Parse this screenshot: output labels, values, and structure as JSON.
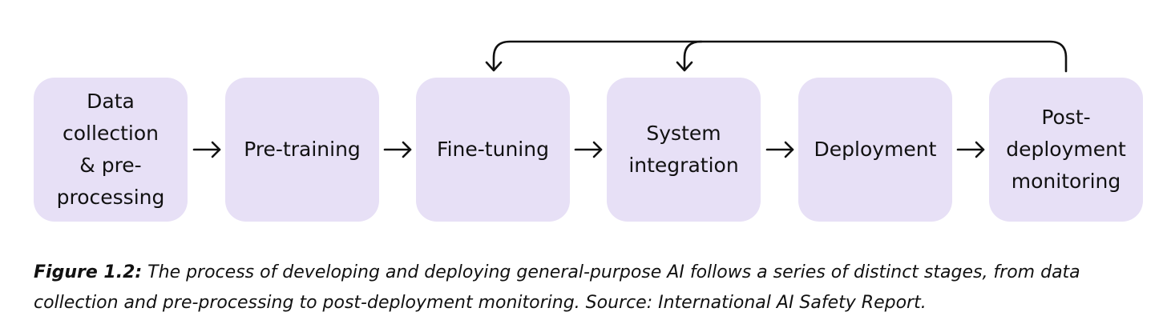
{
  "stages": [
    {
      "label": "Data\ncollection\n& pre-\nprocessing"
    },
    {
      "label": "Pre-training"
    },
    {
      "label": "Fine-tuning"
    },
    {
      "label": "System\nintegration"
    },
    {
      "label": "Deployment"
    },
    {
      "label": "Post-\ndeployment\nmonitoring"
    }
  ],
  "caption": {
    "label": "Figure 1.2:",
    "text": " The process of developing and deploying general-purpose AI follows a series of distinct stages, from data collection and pre-processing to post-deployment monitoring. Source: International AI Safety Report."
  },
  "colors": {
    "stage_fill": "#e7e0f6",
    "arrow": "#111111"
  }
}
